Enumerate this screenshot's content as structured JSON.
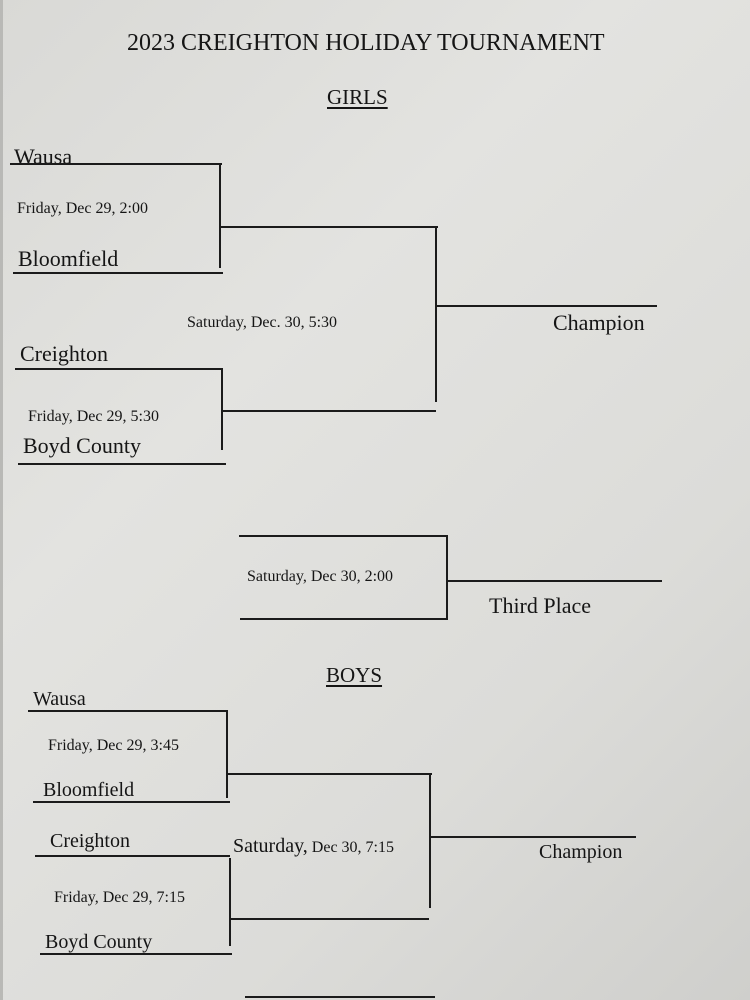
{
  "title": "2023 CREIGHTON HOLIDAY TOURNAMENT",
  "girls": {
    "heading": "GIRLS",
    "game1": {
      "team_top": "Wausa",
      "team_bottom": "Bloomfield",
      "time": "Friday, Dec 29, 2:00"
    },
    "game2": {
      "team_top": "Creighton",
      "team_bottom": "Boyd County",
      "time": "Friday, Dec 29, 5:30"
    },
    "final": {
      "time": "Saturday, Dec. 30, 5:30",
      "label": "Champion"
    },
    "third_place": {
      "time": "Saturday, Dec 30, 2:00",
      "label": "Third Place"
    }
  },
  "boys": {
    "heading": "BOYS",
    "game1": {
      "team_top": "Wausa",
      "team_bottom": "Bloomfield",
      "time": "Friday, Dec 29, 3:45"
    },
    "game2": {
      "team_top": "Creighton",
      "team_bottom": "Boyd County",
      "time": "Friday, Dec 29, 7:15"
    },
    "final": {
      "time_day": "Saturday,",
      "time_rest": " Dec 30, 7:15",
      "label": "Champion"
    }
  }
}
